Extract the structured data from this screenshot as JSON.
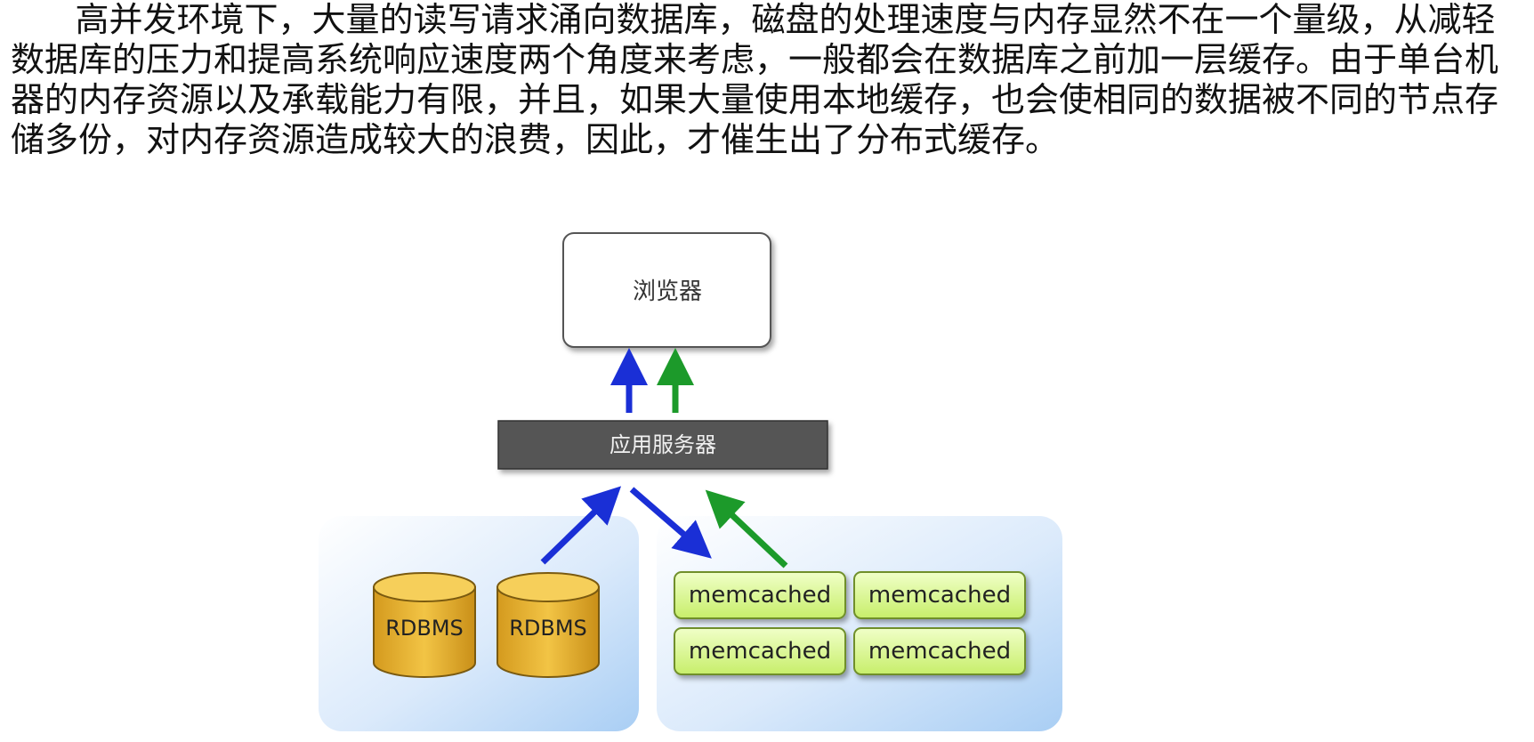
{
  "paragraph": "      高并发环境下，大量的读写请求涌向数据库，磁盘的处理速度与内存显然不在一个量级，从减轻数据库的压力和提高系统响应速度两个角度来考虑，一般都会在数据库之前加一层缓存。由于单台机器的内存资源以及承载能力有限，并且，如果大量使用本地缓存，也会使相同的数据被不同的节点存储多份，对内存资源造成较大的浪费，因此，才催生出了分布式缓存。",
  "diagram": {
    "browser_label": "浏览器",
    "app_server_label": "应用服务器",
    "databases": [
      "RDBMS",
      "RDBMS"
    ],
    "caches": [
      "memcached",
      "memcached",
      "memcached",
      "memcached"
    ],
    "colors": {
      "blue_arrow": "#1a2fd6",
      "green_arrow": "#1c9a2a",
      "app_server_bg": "#555555",
      "db_fill": "#e8b73a",
      "cache_fill": "#d8f58e",
      "panel": "#b9d8f7"
    }
  }
}
